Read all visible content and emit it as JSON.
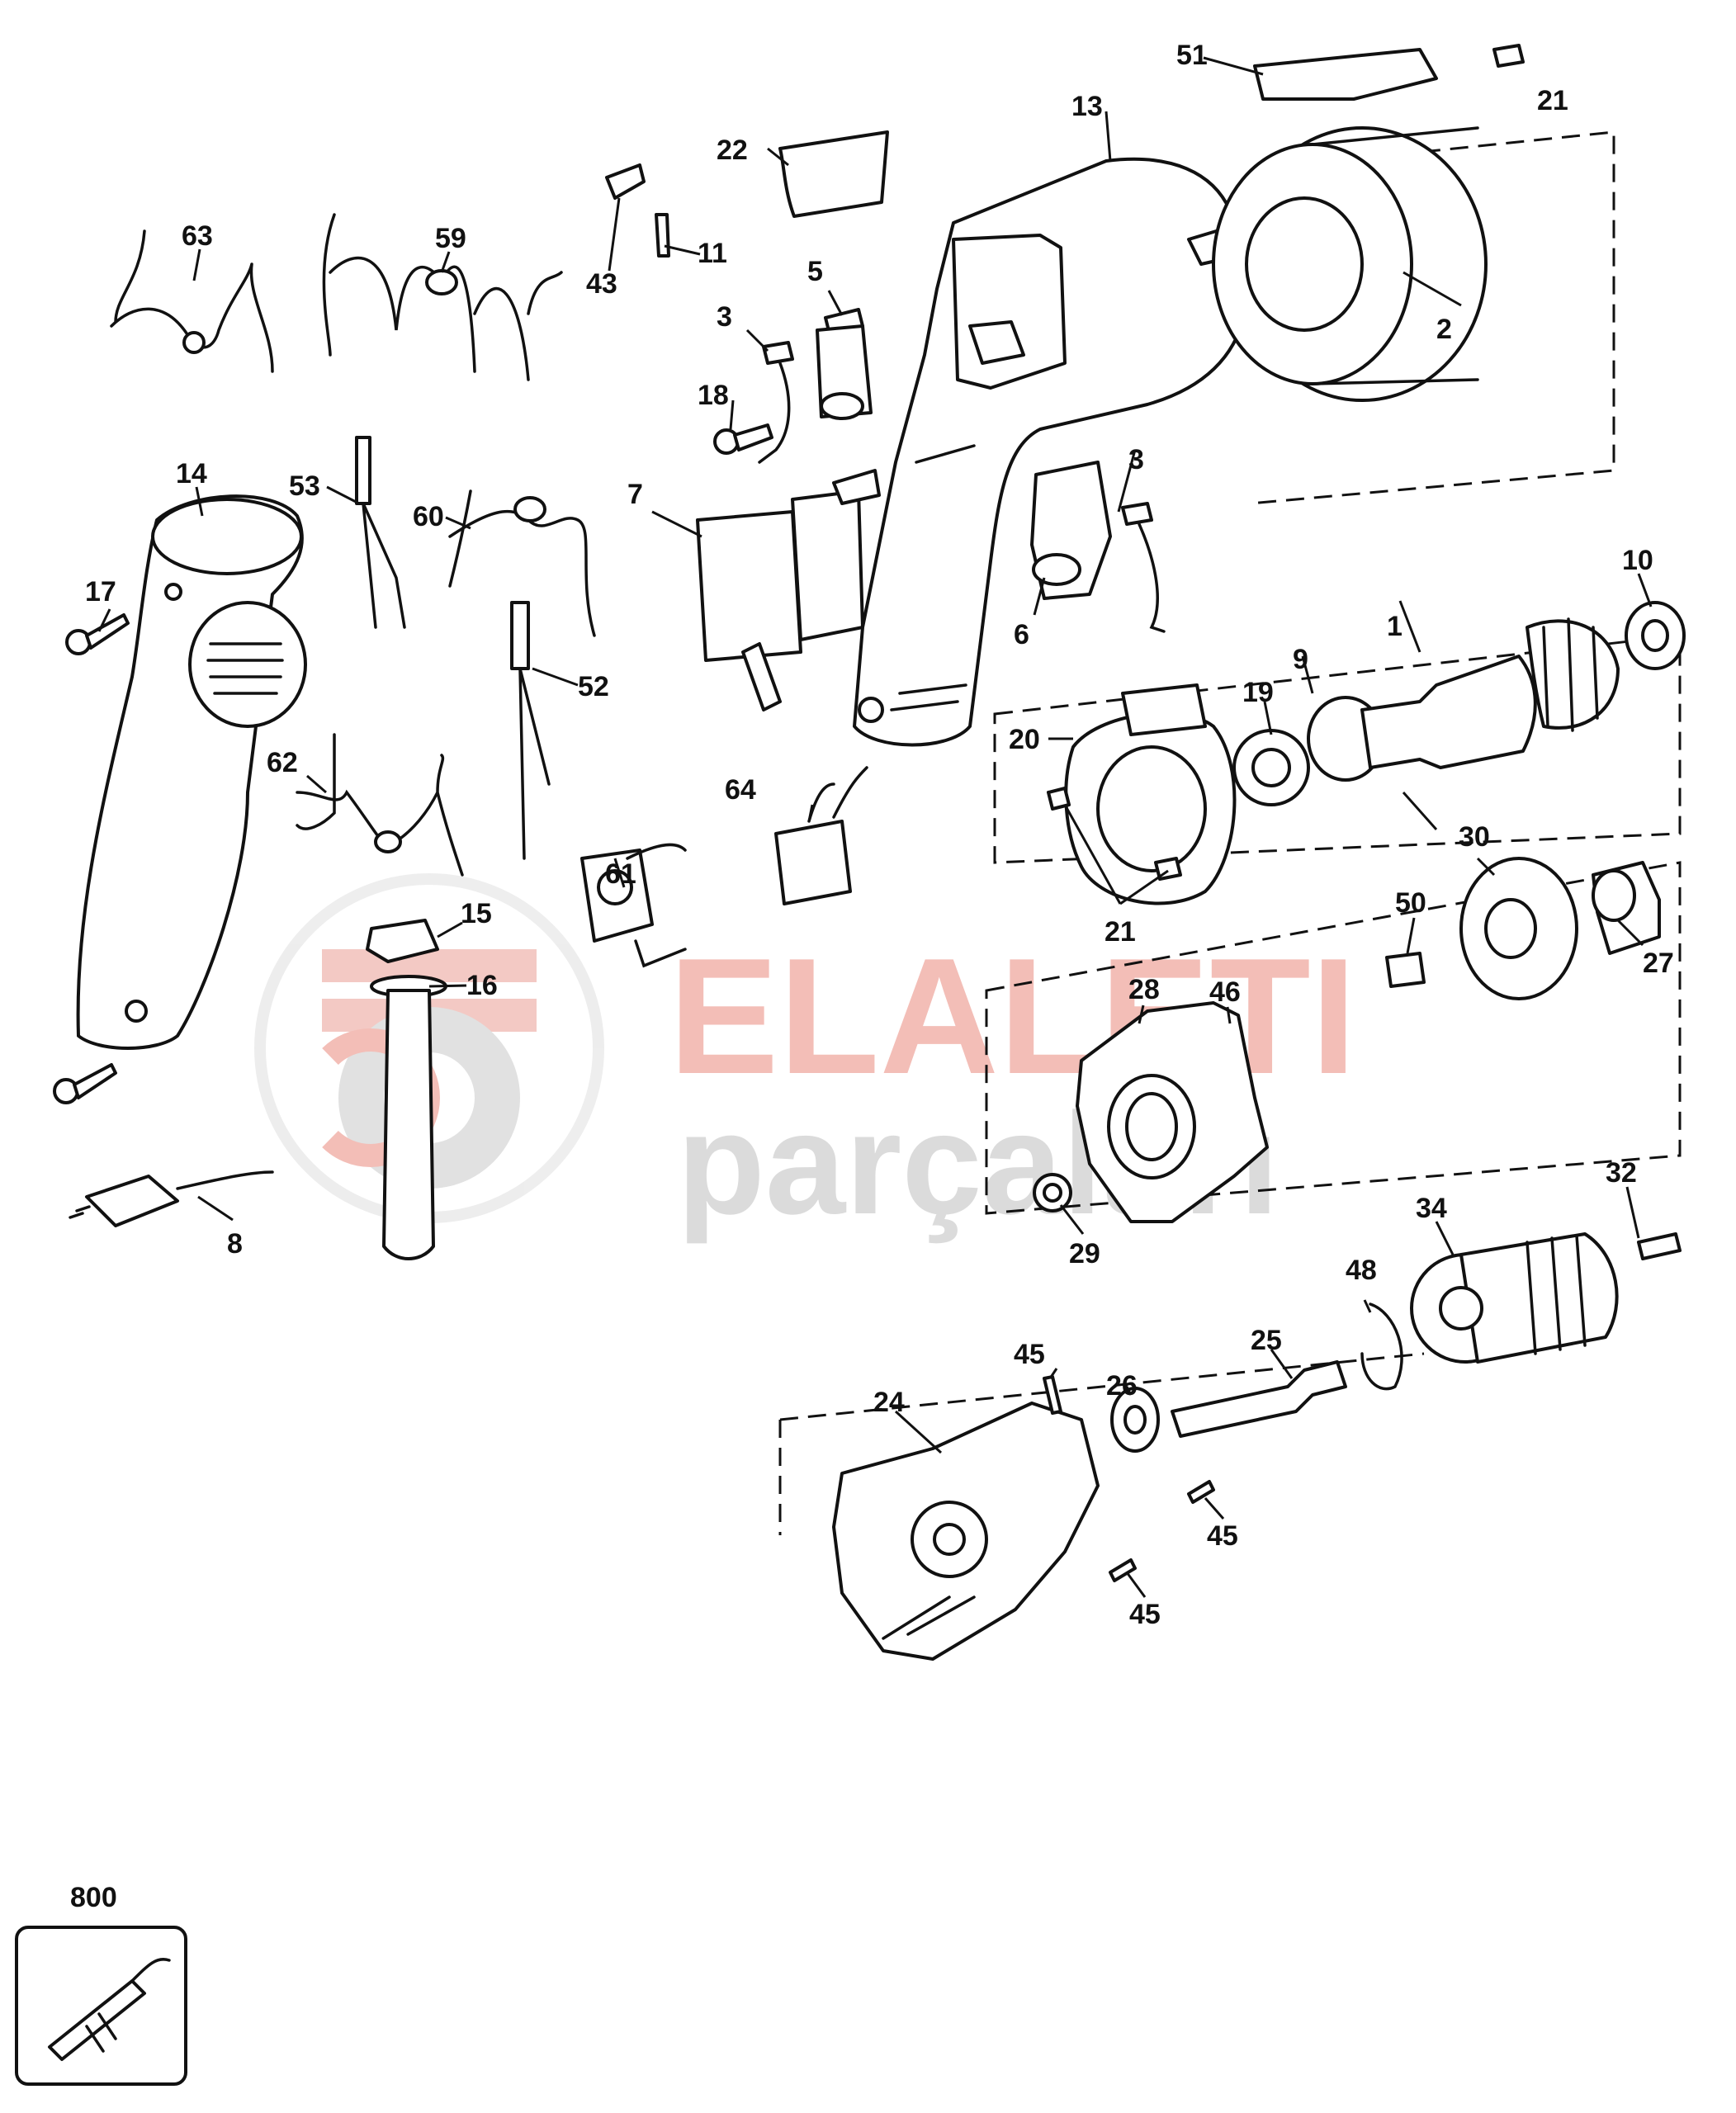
{
  "watermark": {
    "line1": "ELALETI",
    "line2": "parçaları",
    "colors": {
      "red": "#f2b7b0",
      "grey": "#d6d6d6"
    }
  },
  "callouts": {
    "p1": "1",
    "p2": "2",
    "p3a": "3",
    "p3b": "3",
    "p5": "5",
    "p6": "6",
    "p7": "7",
    "p8": "8",
    "p9": "9",
    "p10": "10",
    "p11": "11",
    "p13": "13",
    "p14": "14",
    "p15": "15",
    "p16": "16",
    "p17": "17",
    "p18": "18",
    "p19": "19",
    "p20": "20",
    "p21a": "21",
    "p21b": "21",
    "p22": "22",
    "p24": "24",
    "p25": "25",
    "p26": "26",
    "p27": "27",
    "p28": "28",
    "p29": "29",
    "p30": "30",
    "p32": "32",
    "p34": "34",
    "p43": "43",
    "p45a": "45",
    "p45b": "45",
    "p45c": "45",
    "p46": "46",
    "p48": "48",
    "p50": "50",
    "p51": "51",
    "p52": "52",
    "p53": "53",
    "p59": "59",
    "p60": "60",
    "p61": "61",
    "p62": "62",
    "p63": "63",
    "p64": "64",
    "p800": "800"
  }
}
